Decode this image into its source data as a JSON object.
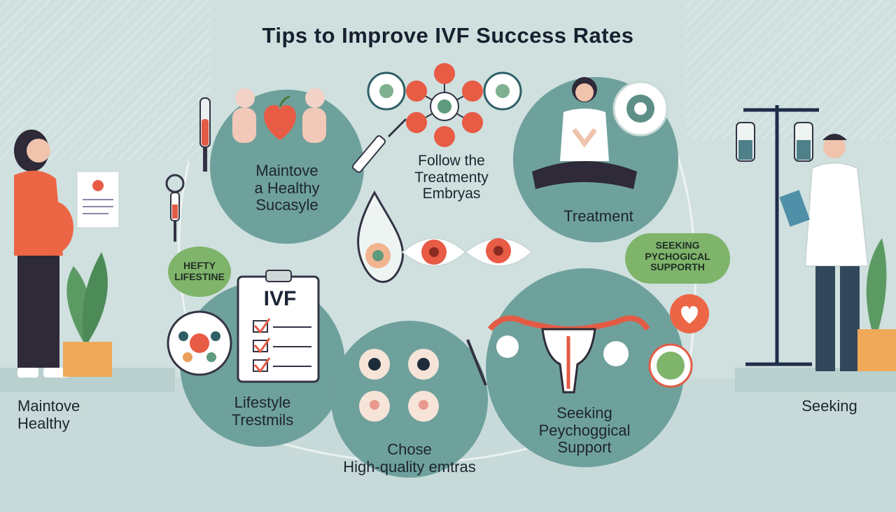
{
  "title": "Tips to Improve IVF Success Rates",
  "labels": {
    "healthy_circle": [
      "Maintove",
      "a Healthy",
      "Sucasyle"
    ],
    "follow": [
      "Follow the",
      "Treatmenty",
      "Embryas"
    ],
    "treatment": "Treatment",
    "hefty_pill": [
      "HEFTY",
      "LIFESTINE"
    ],
    "seeking_pill": [
      "SEEKING",
      "PYCHOGICAL",
      "SUPPORTH"
    ],
    "ivf": "IVF",
    "lifestyle": [
      "Lifestyle",
      "Trestmils"
    ],
    "chose": [
      "Chose",
      "High-quality emtras"
    ],
    "psych": [
      "Seeking",
      "Peychoggical",
      "Support"
    ],
    "left_bottom": [
      "Maintove",
      "Healthy"
    ],
    "right_bottom": "Seeking"
  },
  "colors": {
    "background": "#cfe0df",
    "circle": "#6fa19c",
    "accent": "#e85b45",
    "pill": "#7fb46b"
  }
}
